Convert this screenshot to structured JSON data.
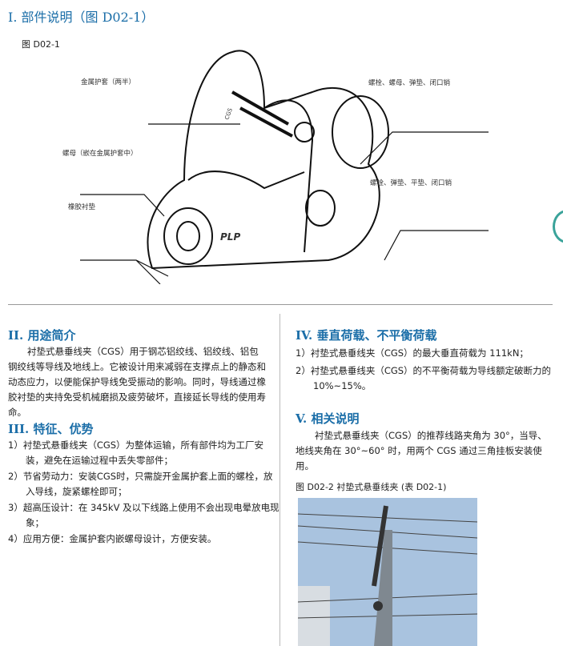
{
  "s1": {
    "title": "I. 部件说明（图 D02-1）",
    "fig": "图 D02-1",
    "labels": [
      "金属护套（两半）",
      "螺母（嵌在金属护套中）",
      "橡胶衬垫",
      "螺栓、螺母、弹垫、闭口销",
      "螺栓、弹垫、平垫、闭口销"
    ],
    "brand": "PLP",
    "mark": "CGS"
  },
  "s2": {
    "title": "II. 用途简介",
    "body": "衬垫式悬垂线夹（CGS）用于钢芯铝绞线、铝绞线、铝包钢绞线等导线及地线上。它被设计用来减弱在支撑点上的静态和动态应力，以便能保护导线免受振动的影响。同时，导线通过橡胶衬垫的夹持免受机械磨损及疲劳破坏，直接延长导线的使用寿命。"
  },
  "s3": {
    "title": "III. 特征、优势",
    "items": [
      "1）衬垫式悬垂线夹（CGS）为整体运输，所有部件均为工厂安装，避免在运输过程中丢失零部件；",
      "2）节省劳动力：安装CGS时，只需旋开金属护套上面的螺栓，放入导线，旋紧螺栓即可；",
      "3）超高压设计：在 345kV 及以下线路上使用不会出现电晕放电现象；",
      "4）应用方便：金属护套内嵌螺母设计，方便安装。"
    ]
  },
  "s4": {
    "title": "IV. 垂直荷载、不平衡荷载",
    "items": [
      "1）衬垫式悬垂线夹（CGS）的最大垂直荷载为 111kN；",
      "2）衬垫式悬垂线夹（CGS）的不平衡荷载为导线额定破断力的 10%~15%。"
    ]
  },
  "s5": {
    "title": "V. 相关说明",
    "body": "衬垫式悬垂线夹（CGS）的推荐线路夹角为 30°，当导、地线夹角在 30°~60° 时，用两个 CGS 通过三角挂板安装使用。",
    "fig": "图 D02-2 衬垫式悬垂线夹 (表 D02-1)"
  },
  "colors": {
    "heading": "#1b6ea8",
    "divider": "#999999"
  }
}
